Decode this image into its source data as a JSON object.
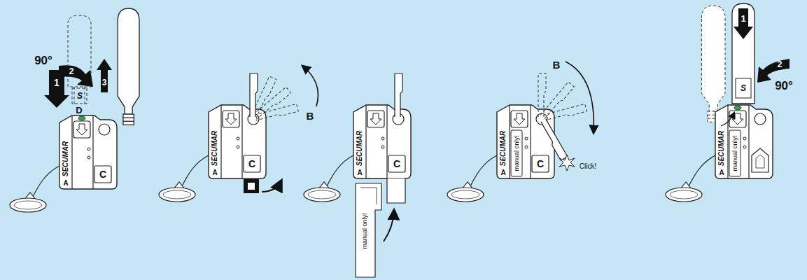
{
  "diagram": {
    "labels": [
      "90°",
      "2",
      "3",
      "1",
      "D",
      "S",
      "SECUMAR",
      "A",
      "C",
      "SECUMAR",
      "A",
      "C",
      "B",
      "SECUMAR",
      "A",
      "C",
      "manual only!",
      "SECUMAR",
      "A",
      "manual only!",
      "C",
      "B",
      "Click!",
      "1",
      "2",
      "90°",
      "S",
      "SECUMAR",
      "A",
      "manual only!"
    ]
  }
}
